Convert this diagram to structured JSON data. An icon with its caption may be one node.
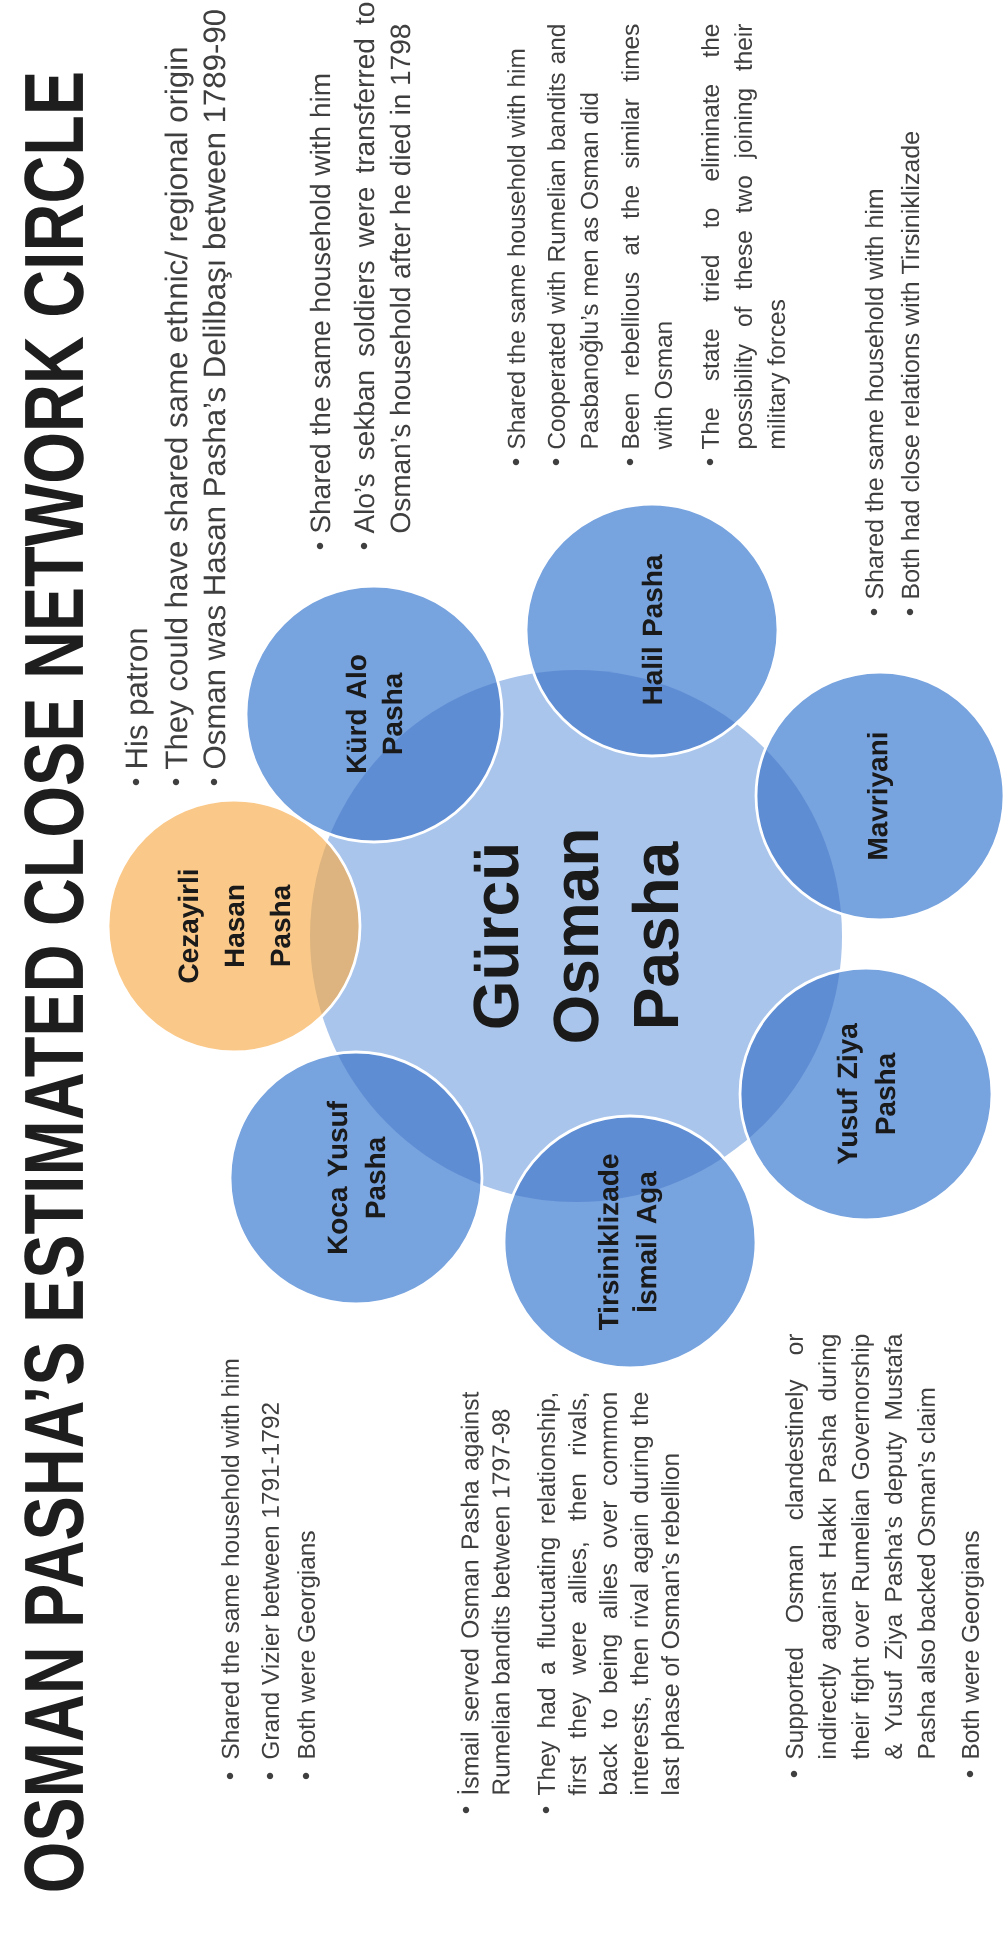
{
  "diagram": {
    "title": "OSMAN PASHA’S ESTIMATED CLOSE NETWORK CIRCLE",
    "nodes": [
      {
        "text": [
          "Gürcü Osman Pasha"
        ]
      },
      {
        "text": [
          "Cezayirli Hasan Pasha"
        ],
        "beside": [
          "His patron",
          "They could have shared same ethnic/ regional origin",
          "Osman was Hasan Pasha’s Delilbaşı between 1789-90"
        ]
      },
      {
        "text": [
          "Kürd Alo Pasha"
        ],
        "beside": [
          "Shared the same household with him",
          "Alo’s sekban soldiers were transferred to Osman’s household after he died in 1798"
        ]
      },
      {
        "text": [
          "Halil Pasha"
        ],
        "beside": [
          "Shared the same household with him",
          "Cooperated with Rumelian bandits and Pasbanoğlu’s men as Osman did",
          "Been rebellious at the similar times with Osman",
          "The state tried to eliminate the possibility of these two joining their military forces"
        ]
      },
      {
        "text": [
          "Mavriyani"
        ],
        "beside": [
          "Shared the same household with him",
          "Both had close relations with Tirsiniklizade"
        ]
      },
      {
        "text": [
          "Yusuf Ziya Pasha"
        ],
        "beside": [
          "Supported Osman clandestinely or indirectly against Hakkı Pasha during their fight over Rumelian Governorship & Yusuf Ziya Pasha’s deputy Mustafa Pasha also backed Osman’s claim",
          "Both were Georgians"
        ]
      },
      {
        "text": [
          "Tirsiniklizade İsmail Aga"
        ],
        "beside": [
          "İsmail served Osman Pasha against Rumelian bandits between 1797-98",
          "They had a fluctuating relationship, first they were allies, then rivals, back to being allies over common interests, then rival again during the last phase of Osman’s rebellion"
        ]
      },
      {
        "text": [
          "Koca Yusuf Pasha"
        ],
        "beside": [
          "Shared the same household with him",
          "Grand Vizier between 1791-1792",
          "Both were Georgians"
        ]
      }
    ]
  }
}
